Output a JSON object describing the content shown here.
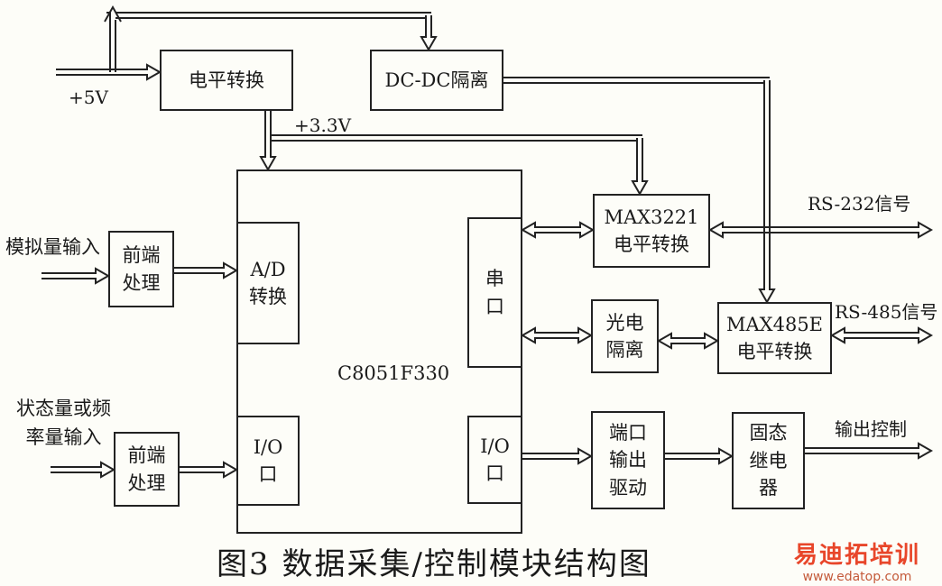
{
  "blocks": {
    "level_shift": "电平转换",
    "dcdc": "DC-DC隔离",
    "mcu": "C8051F330",
    "ad": "A/D\n转换",
    "io_left": "I/O\n口",
    "serial": "串\n口",
    "io_right": "I/O\n口",
    "max3221": "MAX3221\n电平转换",
    "optocoupler": "光电\n隔离",
    "max485": "MAX485E\n电平转换",
    "frontend_1": "前端\n处理",
    "frontend_2": "前端\n处理",
    "port_driver": "端口\n输出\n驱动",
    "ssr": "固态\n继电\n器"
  },
  "labels": {
    "v5": "+5V",
    "v33": "+3.3V",
    "analog_in": "模拟量输入",
    "status_in": "状态量或频\n率量输入",
    "rs232": "RS-232信号",
    "rs485": "RS-485信号",
    "output_ctrl": "输出控制"
  },
  "caption": "图3  数据采集/控制模块结构图",
  "watermark": {
    "title": "易迪拓培训",
    "url": "www.edatop.com"
  }
}
